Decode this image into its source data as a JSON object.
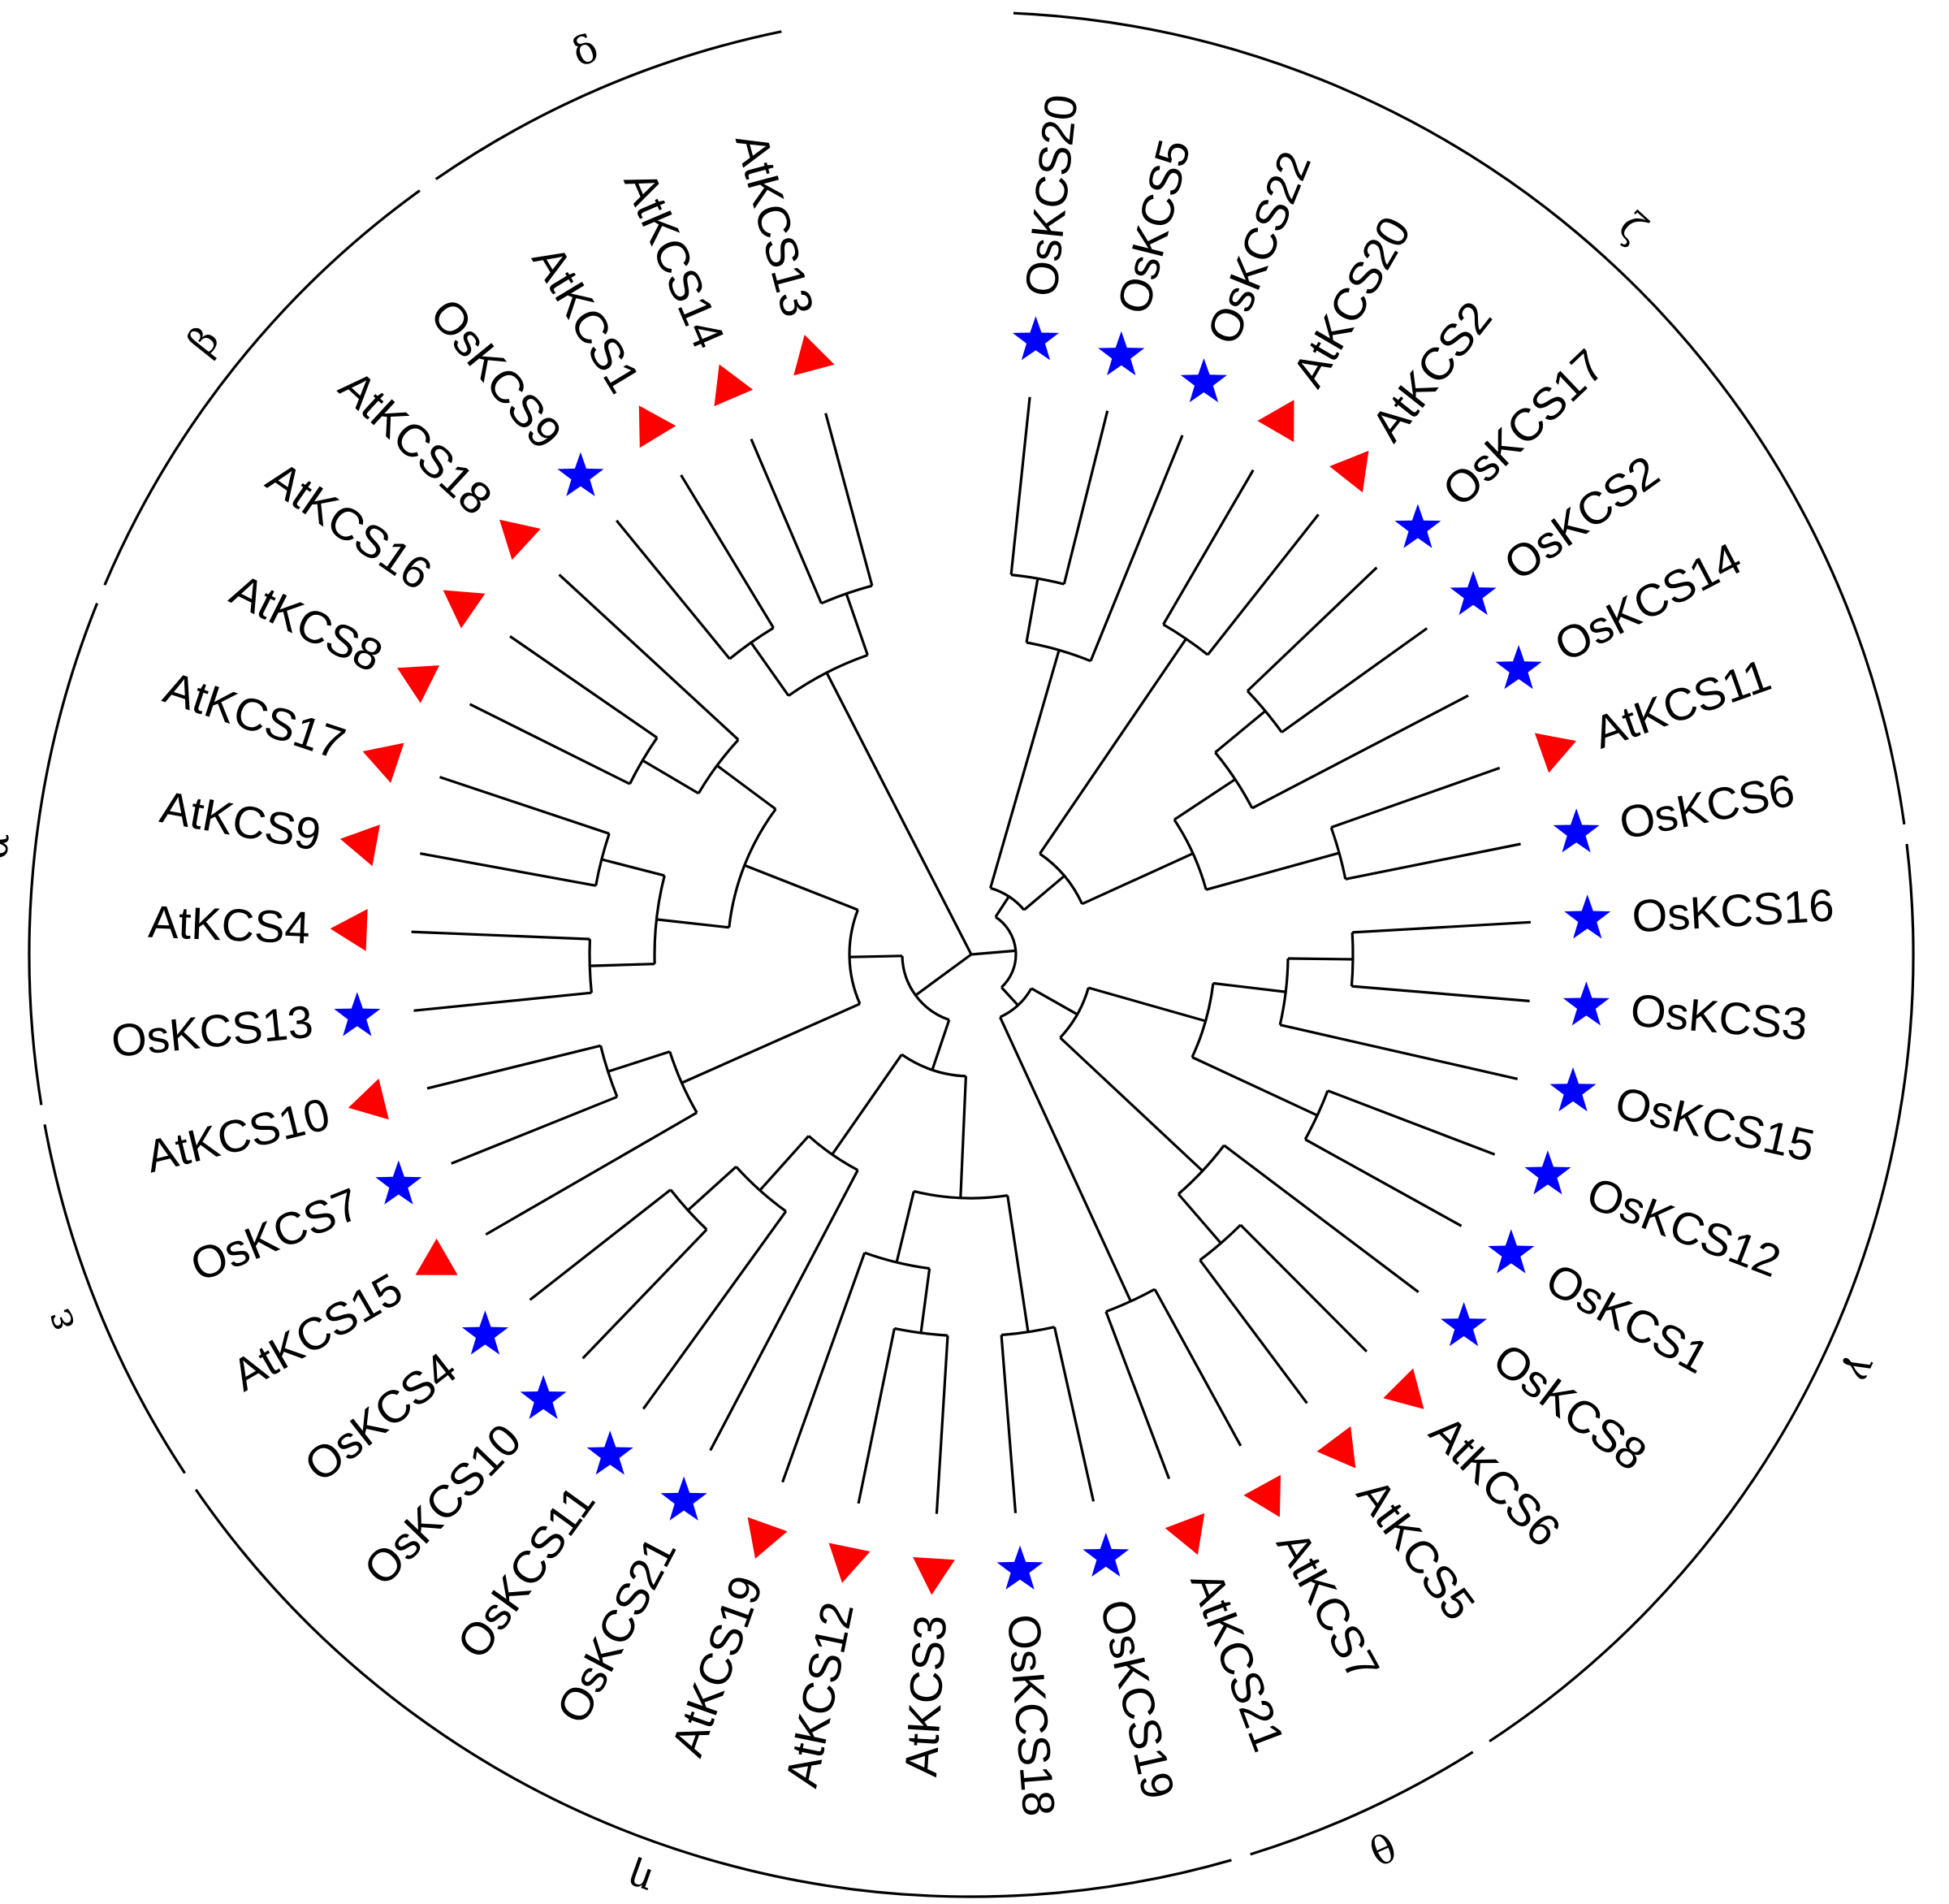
{
  "tree": {
    "order": [
      "OsKCS20",
      "OsKCS5",
      "OsKCS22",
      "AtKCS20",
      "AtKCS2",
      "OsKCS17",
      "OsKCS2",
      "OsKCS14",
      "AtKCS11",
      "OsKCS6",
      "OsKCS16",
      "OsKCS3",
      "OsKCS15",
      "OsKCS12",
      "OsKCS1",
      "OsKCS8",
      "AtKCS6",
      "AtKCS5",
      "AtKCS7",
      "AtKCS21",
      "OsKCS19",
      "OsKCS18",
      "AtKCS3",
      "AtKCS12",
      "AtKCS19",
      "OsKCS21",
      "OsKCS11",
      "OsKCS10",
      "OsKCS4",
      "AtKCS15",
      "OsKCS7",
      "AtKCS10",
      "OsKCS13",
      "AtKCS4",
      "AtKCS9",
      "AtKCS17",
      "AtKCS8",
      "AtKCS16",
      "AtKCS18",
      "OsKCS9",
      "AtKCS1",
      "AtKCS14",
      "AtKCS13"
    ],
    "newick": "(((((OsKCS20,OsKCS5),OsKCS22),((AtKCS20,AtKCS2),(((OsKCS17,OsKCS2),OsKCS14),(AtKCS11,OsKCS6)))),(((((OsKCS16,OsKCS3),OsKCS15),(OsKCS12,OsKCS1)),(OsKCS8,(AtKCS6,AtKCS5))),(AtKCS7,AtKCS21))),((((OsKCS19,OsKCS18),((AtKCS3,AtKCS12),AtKCS19)),(OsKCS21,(OsKCS11,(OsKCS10,OsKCS4)))),((AtKCS15,(OsKCS7,AtKCS10)),(((OsKCS13,AtKCS4),(AtKCS9,AtKCS17)),((AtKCS8,AtKCS16),AtKCS18)))),((OsKCS9,AtKCS1),(AtKCS14,AtKCS13)))"
  },
  "species": {
    "OsKCS20": "Os",
    "OsKCS5": "Os",
    "OsKCS22": "Os",
    "AtKCS20": "At",
    "AtKCS2": "At",
    "OsKCS17": "Os",
    "OsKCS2": "Os",
    "OsKCS14": "Os",
    "AtKCS11": "At",
    "OsKCS6": "Os",
    "OsKCS16": "Os",
    "OsKCS3": "Os",
    "OsKCS15": "Os",
    "OsKCS12": "Os",
    "OsKCS1": "Os",
    "OsKCS8": "Os",
    "AtKCS6": "At",
    "AtKCS5": "At",
    "AtKCS7": "At",
    "AtKCS21": "At",
    "OsKCS19": "Os",
    "OsKCS18": "Os",
    "AtKCS3": "At",
    "AtKCS12": "At",
    "AtKCS19": "At",
    "OsKCS21": "Os",
    "OsKCS11": "Os",
    "OsKCS10": "Os",
    "OsKCS4": "Os",
    "AtKCS15": "At",
    "OsKCS7": "Os",
    "AtKCS10": "At",
    "OsKCS13": "Os",
    "AtKCS4": "At",
    "AtKCS9": "At",
    "AtKCS17": "At",
    "AtKCS8": "At",
    "AtKCS16": "At",
    "AtKCS18": "At",
    "OsKCS9": "Os",
    "AtKCS1": "At",
    "AtKCS14": "At",
    "AtKCS13": "At"
  },
  "markers": {
    "At": {
      "shape": "triangle",
      "color": "#ff0000"
    },
    "Os": {
      "shape": "star",
      "color": "#0000ff"
    }
  },
  "groups": [
    {
      "label": "ζ",
      "from": "OsKCS20",
      "to": "OsKCS6"
    },
    {
      "label": "γ",
      "from": "OsKCS16",
      "to": "AtKCS5"
    },
    {
      "label": "θ",
      "from": "AtKCS7",
      "to": "AtKCS21"
    },
    {
      "label": "η",
      "from": "OsKCS19",
      "to": "OsKCS4"
    },
    {
      "label": "ε",
      "from": "AtKCS15",
      "to": "AtKCS10"
    },
    {
      "label": "α",
      "from": "OsKCS13",
      "to": "AtKCS17"
    },
    {
      "label": "β",
      "from": "AtKCS8",
      "to": "OsKCS9"
    },
    {
      "label": "δ",
      "from": "AtKCS1",
      "to": "AtKCS13"
    }
  ]
}
